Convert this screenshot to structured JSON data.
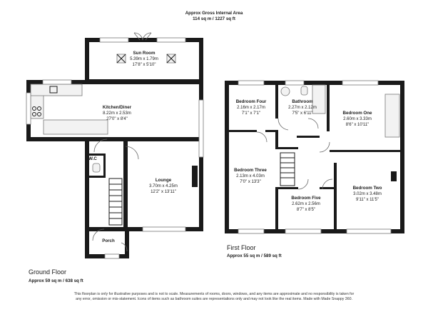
{
  "header": {
    "title": "Approx Gross Internal Area",
    "area": "114 sq m / 1227 sq ft"
  },
  "ground_floor": {
    "label": "Ground Floor",
    "area": "Approx 59 sq m / 638 sq ft",
    "rooms": {
      "sun_room": {
        "name": "Sun Room",
        "metric": "5.39m x 1.79m",
        "imperial": "17'8\" x 5'10\""
      },
      "kitchen": {
        "name": "Kitchen/Diner",
        "metric": "8.22m x 2.53m",
        "imperial": "27'0\" x 8'4\""
      },
      "lounge": {
        "name": "Lounge",
        "metric": "3.70m x 4.25m",
        "imperial": "12'2\" x 13'11\""
      },
      "wc": {
        "name": "W.C"
      },
      "porch": {
        "name": "Porch"
      }
    }
  },
  "first_floor": {
    "label": "First Floor",
    "area": "Approx 55 sq m / 589 sq ft",
    "rooms": {
      "bed4": {
        "name": "Bedroom Four",
        "metric": "2.16m x 2.17m",
        "imperial": "7'1\" x 7'1\""
      },
      "bath": {
        "name": "Bathroom",
        "metric": "2.27m x 2.12m",
        "imperial": "7'5\" x 6'11\""
      },
      "bed1": {
        "name": "Bedroom One",
        "metric": "2.60m x 3.33m",
        "imperial": "8'6\" x 10'11\""
      },
      "bed3": {
        "name": "Bedroom Three",
        "metric": "2.13m x 4.03m",
        "imperial": "7'0\" x 13'3\""
      },
      "bed5": {
        "name": "Bedroom Five",
        "metric": "2.62m x 2.56m",
        "imperial": "8'7\" x 8'5\""
      },
      "bed2": {
        "name": "Bedroom Two",
        "metric": "3.02m x 3.48m",
        "imperial": "9'11\" x 11'5\""
      }
    }
  },
  "disclaimer": "This floorplan is only for illustrative purposes and is not to scale. Measurements of rooms, doors, windows, and any items are approximate and no responsibility is taken for any error, omission or mis-statement. Icons of items such as bathroom suites are representations only and may not look like the real items. Made with Made Snappy 360."
}
